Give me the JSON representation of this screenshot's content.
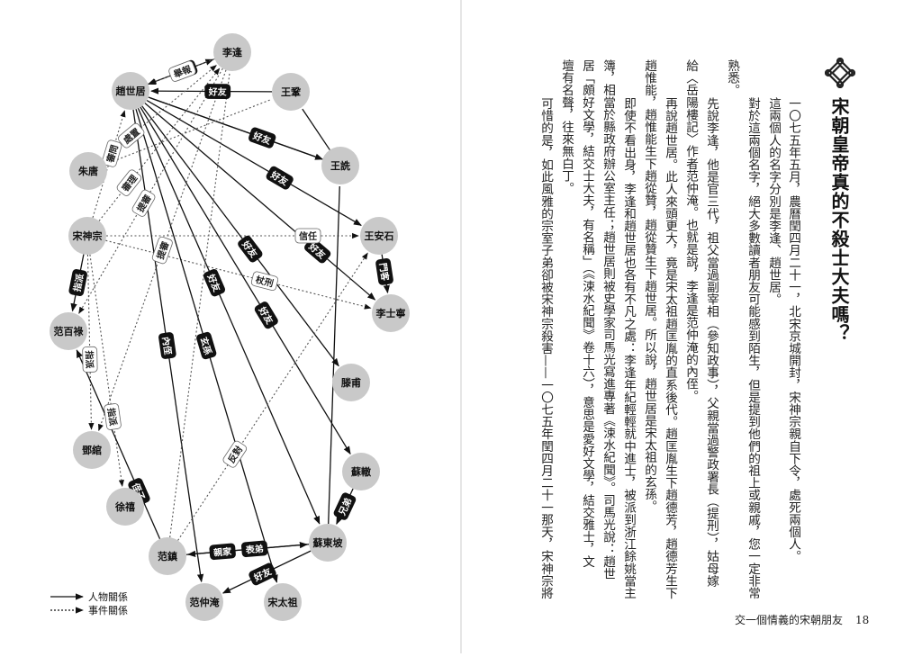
{
  "diagram": {
    "nodes": {
      "li_feng": "李逢",
      "zhao_shiju": "趙世居",
      "wang_gong": "王鞏",
      "wang_xian": "王詵",
      "zhu_tang": "朱唐",
      "song_shenzong": "宋神宗",
      "wang_anshi": "王安石",
      "li_shining": "李士寧",
      "fan_baiyu": "范百祿",
      "teng_fu": "滕甫",
      "deng_guan": "鄧綰",
      "su_che": "蘇轍",
      "xu_xi": "徐禧",
      "su_dongpo": "蘇東坡",
      "fan_zhen": "范鎮",
      "fan_zhongyan": "范仲淹",
      "song_taizu": "宋太祖"
    },
    "edge_labels": {
      "e1": "好友",
      "e2": "舉報",
      "e3": "好友",
      "e4": "好友",
      "e5": "好友",
      "e6": "處置",
      "e7": "審理",
      "e8": "審問",
      "e9": "信任",
      "e10": "門客",
      "e11": "杖刑",
      "e12": "指派",
      "e13": "提審",
      "e14": "好友",
      "e15": "好友",
      "e16": "內侄",
      "e17": "提審",
      "e18": "好友",
      "e19": "好友",
      "e20": "指派",
      "e21": "玄孫",
      "e22": "指派",
      "e23": "好友",
      "e24": "反對",
      "e25": "兄弟",
      "e26": "表弟",
      "e27": "侄子",
      "e28": "親家"
    },
    "legend": {
      "solid": "人物關係",
      "dotted": "事件關係"
    }
  },
  "article": {
    "title": "宋朝皇帝真的不殺士大夫嗎？",
    "columns": [
      "一〇七五年五月，農曆閏四月二十一，北宋京城開封，宋神宗親自下令，處死兩個人。",
      "這兩個人的名字分別是李逢、趙世居。",
      "對於這兩個名字，絕大多數讀者朋友可能感到陌生，但是提到他們的祖上或親戚，您一定非常",
      "熟悉。",
      "先說李逢，他是官三代，祖父當過副宰相（參知政事），父親當過警政署長（提刑），姑母嫁",
      "給〈岳陽樓記〉作者范仲淹。也就是說，李逢是范仲淹的內侄。",
      "再說趙世居。此人來頭更大，竟是宋太祖趙匡胤的直系後代。趙匡胤生下趙德芳，趙德芳生下",
      "趙惟能，趙惟能生下趙從贊，趙從贊生下趙世居。所以說，趙世居是宋太祖的玄孫。",
      "即使不看出身，李逢和趙世居也各有不凡之處：李逢年紀輕輕就中進士，被派到浙江餘姚當主",
      "簿，相當於縣政府辦公室主任；趙世居則被史學家司馬光寫進專著《涑水紀聞》。司馬光說：趙世",
      "居「頗好文學，結交士大夫，有名稱」（《涑水紀聞》卷十六），意思是愛好文學，結交雅士，文",
      "壇有名聲，往來無白丁。",
      "可惜的是，如此風雅的宗室子弟卻被宋神宗殺害——一〇七五年閏四月二十一那天，宋神宗將"
    ],
    "footer_text": "交一個情義的宋朝朋友",
    "page_number": "18"
  }
}
